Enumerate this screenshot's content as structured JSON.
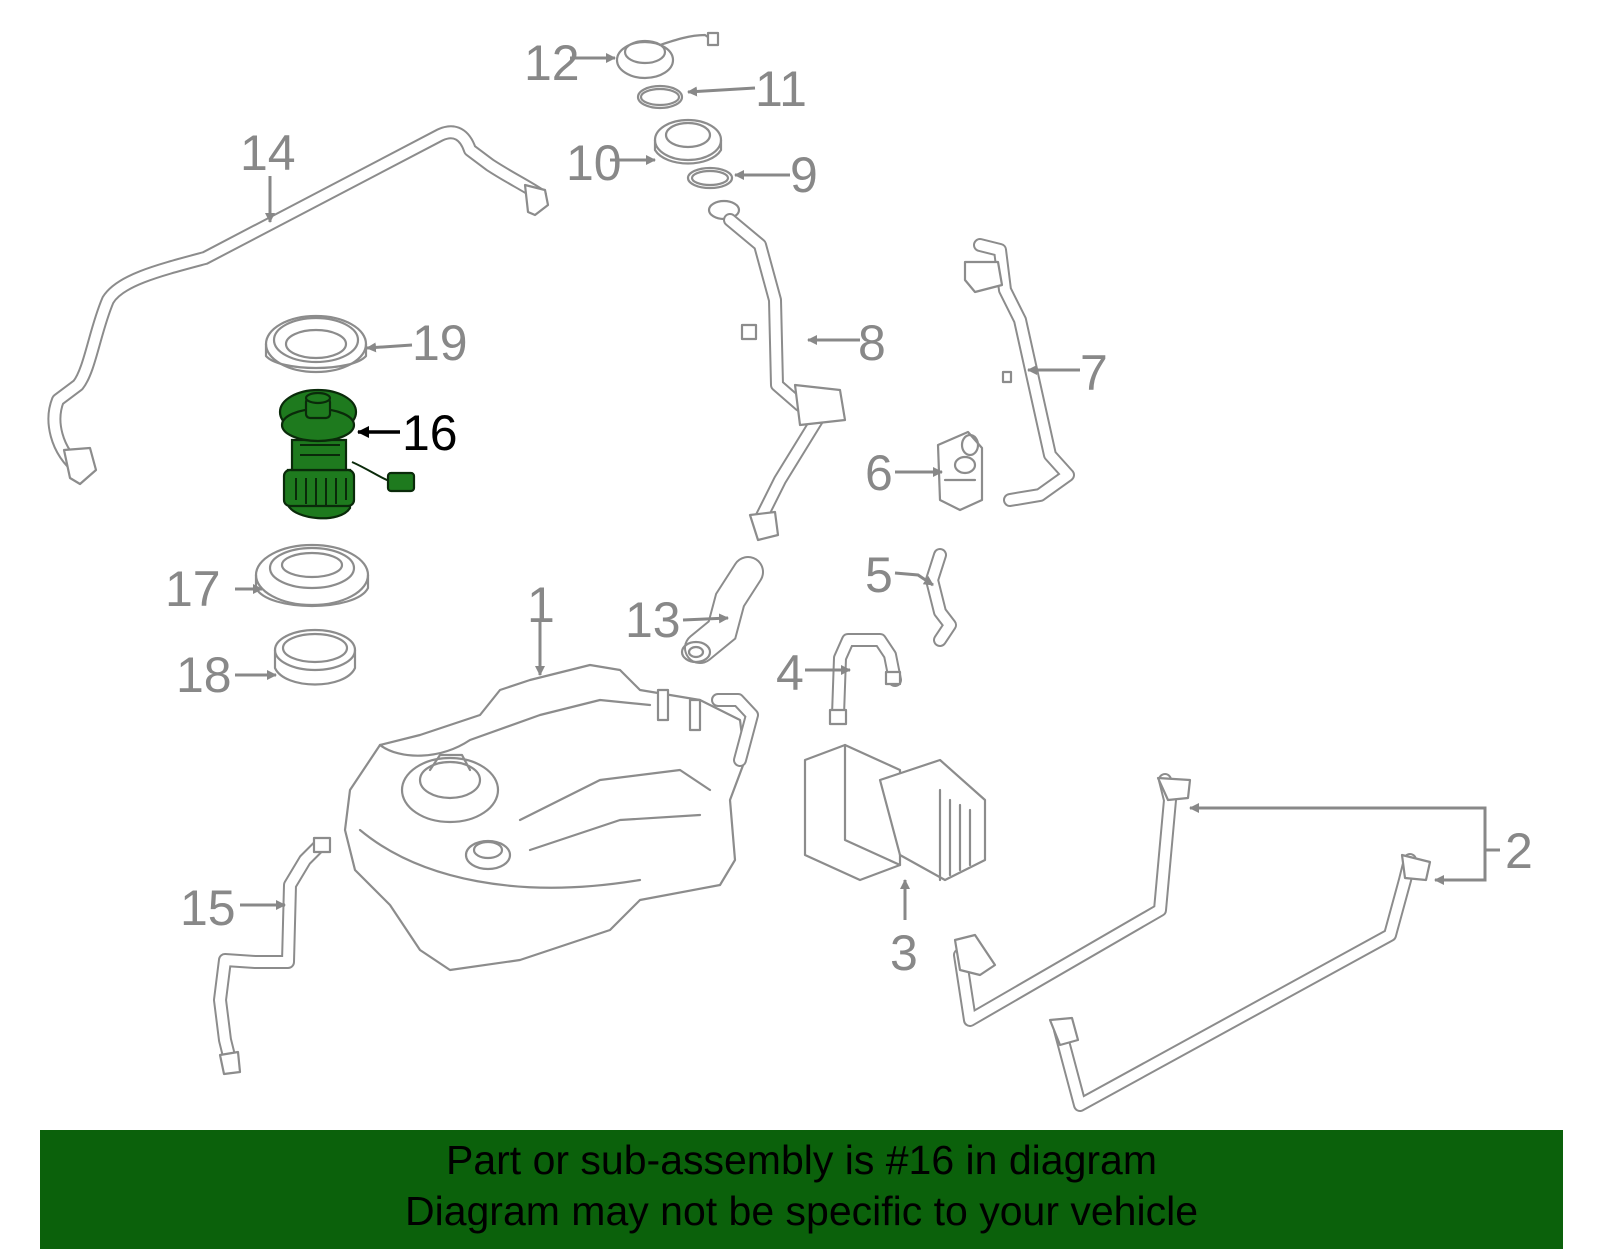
{
  "diagram": {
    "highlight_color": "#1e7a1e",
    "label_color": "#888888",
    "highlighted_label": "16",
    "callouts": [
      "1",
      "2",
      "3",
      "4",
      "5",
      "6",
      "7",
      "8",
      "9",
      "10",
      "11",
      "12",
      "13",
      "14",
      "15",
      "16",
      "17",
      "18",
      "19"
    ]
  },
  "banner": {
    "background": "#0b610b",
    "line1": "Part or sub-assembly is #16 in diagram",
    "line2": "Diagram may not be specific to your vehicle"
  }
}
